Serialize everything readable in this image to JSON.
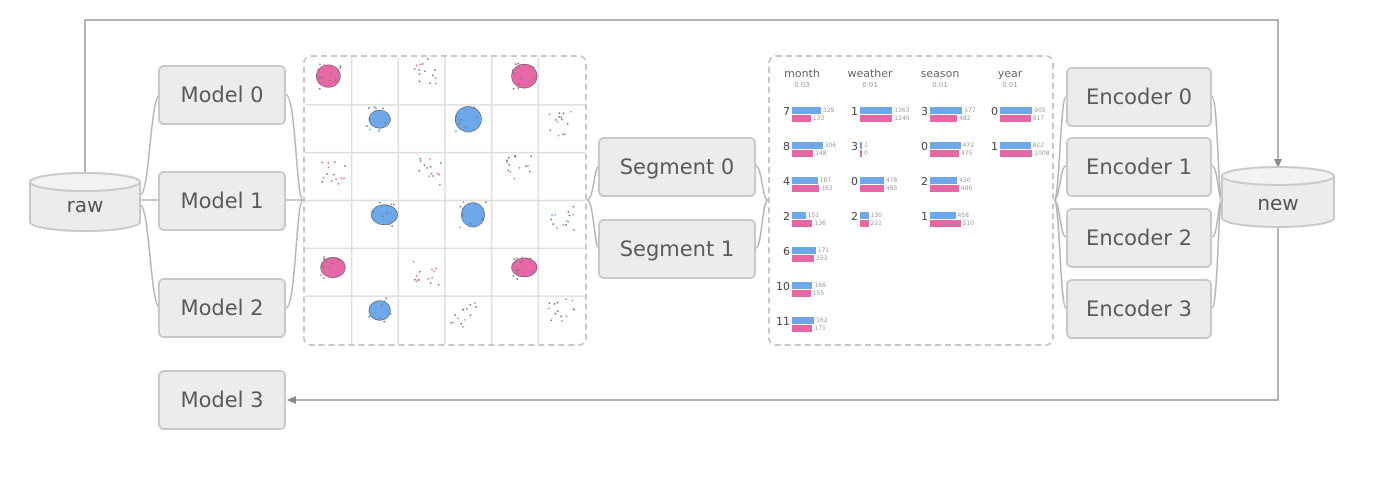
{
  "databases": {
    "raw": "raw",
    "new": "new"
  },
  "models": [
    "Model 0",
    "Model 1",
    "Model 2",
    "Model 3"
  ],
  "segments": [
    "Segment 0",
    "Segment 1"
  ],
  "encoders": [
    "Encoder 0",
    "Encoder 1",
    "Encoder 2",
    "Encoder 3"
  ],
  "colors": {
    "blue": "#6ea8ea",
    "pink": "#e567a6",
    "box_fill": "#ececec",
    "box_border": "#c9c9c9",
    "line": "#9a9a9a"
  },
  "encoder_table": {
    "columns": [
      {
        "name": "month",
        "sub": "0.03",
        "rows": [
          {
            "label": "7",
            "blue": 0.85,
            "pink": 0.55,
            "v1": "329",
            "v2": "133"
          },
          {
            "label": "8",
            "blue": 0.9,
            "pink": 0.62,
            "v1": "306",
            "v2": "148"
          },
          {
            "label": "4",
            "blue": 0.75,
            "pink": 0.8,
            "v1": "187",
            "v2": "163"
          },
          {
            "label": "2",
            "blue": 0.4,
            "pink": 0.6,
            "v1": "151",
            "v2": "136"
          },
          {
            "label": "6",
            "blue": 0.7,
            "pink": 0.65,
            "v1": "171",
            "v2": "153"
          },
          {
            "label": "10",
            "blue": 0.6,
            "pink": 0.55,
            "v1": "166",
            "v2": "155"
          },
          {
            "label": "11",
            "blue": 0.65,
            "pink": 0.6,
            "v1": "162",
            "v2": "171"
          }
        ]
      },
      {
        "name": "weather",
        "sub": "0.01",
        "rows": [
          {
            "label": "1",
            "blue": 0.95,
            "pink": 0.95,
            "v1": "1363",
            "v2": "1240"
          },
          {
            "label": "3",
            "blue": 0.05,
            "pink": 0.05,
            "v1": "1",
            "v2": "0"
          },
          {
            "label": "0",
            "blue": 0.7,
            "pink": 0.7,
            "v1": "478",
            "v2": "463"
          },
          {
            "label": "2",
            "blue": 0.25,
            "pink": 0.25,
            "v1": "130",
            "v2": "211"
          }
        ]
      },
      {
        "name": "season",
        "sub": "0.01",
        "rows": [
          {
            "label": "3",
            "blue": 0.95,
            "pink": 0.8,
            "v1": "577",
            "v2": "482"
          },
          {
            "label": "0",
            "blue": 0.9,
            "pink": 0.85,
            "v1": "472",
            "v2": "475"
          },
          {
            "label": "2",
            "blue": 0.8,
            "pink": 0.85,
            "v1": "430",
            "v2": "486"
          },
          {
            "label": "1",
            "blue": 0.75,
            "pink": 0.9,
            "v1": "458",
            "v2": "510"
          }
        ]
      },
      {
        "name": "year",
        "sub": "0.01",
        "rows": [
          {
            "label": "0",
            "blue": 0.95,
            "pink": 0.9,
            "v1": "905",
            "v2": "917"
          },
          {
            "label": "1",
            "blue": 0.9,
            "pink": 0.95,
            "v1": "822",
            "v2": "1008"
          }
        ]
      }
    ]
  }
}
